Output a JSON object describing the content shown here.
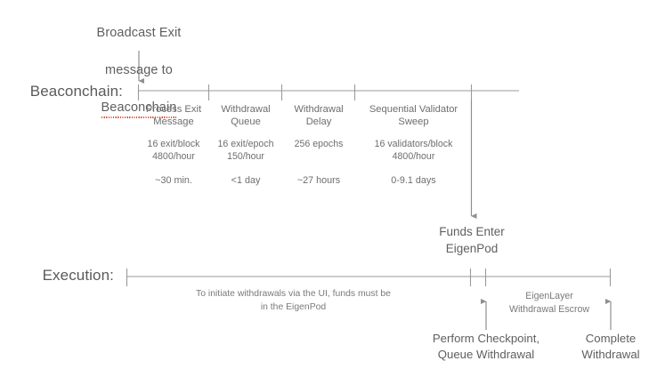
{
  "diagram": {
    "title_note": {
      "line1": "Broadcast Exit",
      "line2": "message to",
      "line3": "Beaconchain"
    },
    "lanes": {
      "beaconchain_label": "Beaconchain:",
      "execution_label": "Execution:"
    },
    "beaconchain_phases": [
      {
        "name": "Process Exit\nMessage",
        "rate": "16 exit/block\n4800/hour",
        "time": "~30 min."
      },
      {
        "name": "Withdrawal\nQueue",
        "rate": "16 exit/epoch\n150/hour",
        "time": "<1 day"
      },
      {
        "name": "Withdrawal\nDelay",
        "rate": "256 epochs",
        "time": "~27 hours"
      },
      {
        "name": "Sequential Validator\nSweep",
        "rate": "16 validators/block\n4800/hour",
        "time": "0-9.1 days"
      }
    ],
    "milestones": {
      "funds_enter_pod": "Funds Enter\nEigenPod",
      "perform_checkpoint": "Perform Checkpoint,\nQueue Withdrawal",
      "complete_withdrawal": "Complete\nWithdrawal"
    },
    "execution_notes": {
      "ui_note": "To initiate withdrawals via the UI, funds must be\nin the EigenPod",
      "escrow": "EigenLayer\nWithdrawal Escrow"
    },
    "colors": {
      "line": "#9a9a9a",
      "text": "#6b6b6b",
      "heading": "#5a5a5a",
      "spellcheck_underline": "#e2483c"
    }
  }
}
